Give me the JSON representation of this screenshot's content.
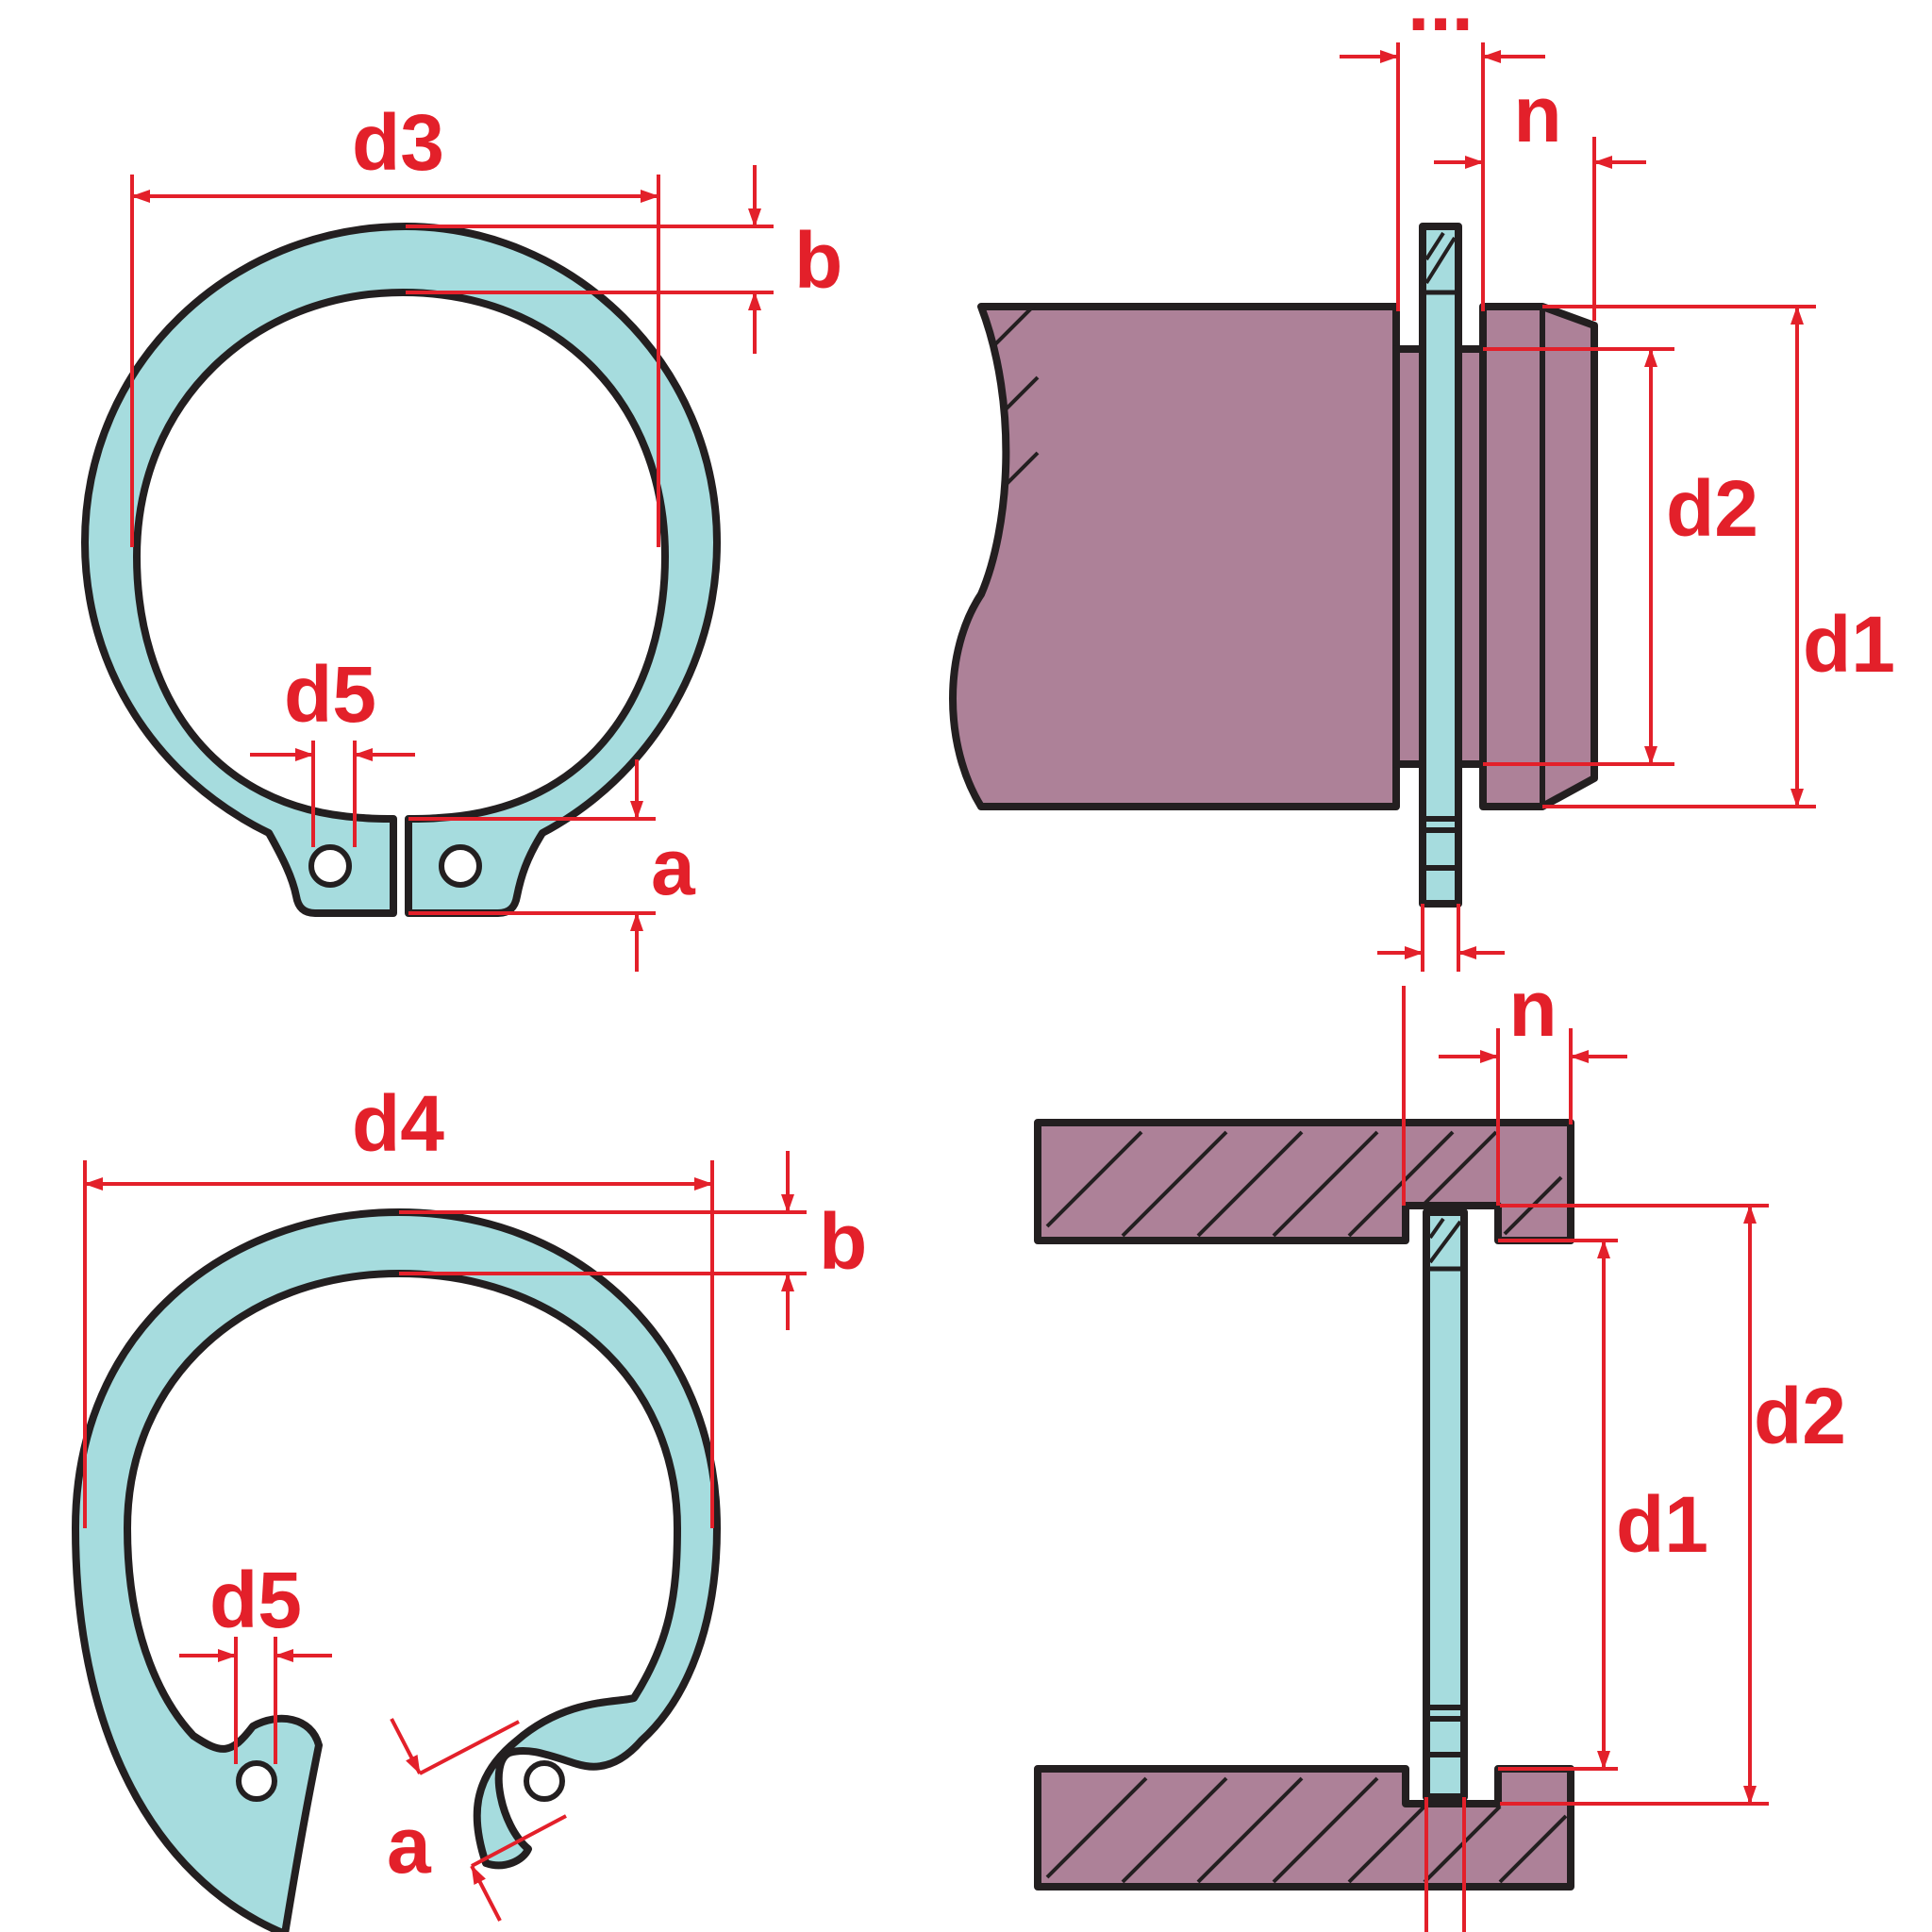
{
  "labels": {
    "external_ring": {
      "diameter": "d3",
      "thickness": "b",
      "hole": "d5",
      "lug": "a"
    },
    "shaft_groove": {
      "top_width": "...",
      "groove_dist": "n",
      "groove_dia": "d2",
      "shaft_dia": "d1"
    },
    "internal_ring": {
      "diameter": "d4",
      "thickness": "b",
      "hole": "d5",
      "lug": "a"
    },
    "bore_groove": {
      "groove_dist": "n",
      "bore_dia": "d1",
      "groove_dia": "d2"
    }
  },
  "colors": {
    "ring_fill": "#a6dcde",
    "metal_fill": "#ad8198",
    "outline": "#231f20",
    "dimension": "#e3202a"
  }
}
